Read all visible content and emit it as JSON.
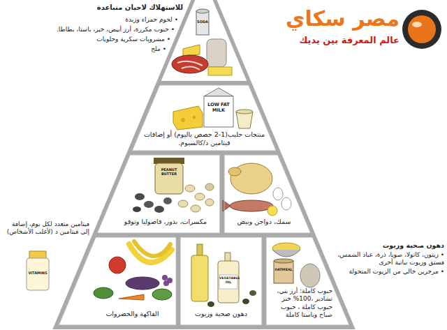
{
  "diagram": {
    "nodes": [
      {
        "text": [
          "منتجات حليب(1-2 حصص باليوم) أو إضافات فيتامين د/كالسيوم."
        ]
      },
      {
        "text": [
          "سمك، دواجن وبيض"
        ]
      },
      {
        "text": [
          "مكسرات، بذور، فاصوليا وتوفو"
        ]
      },
      {
        "text": [
          "حبوب كاملة: أرز بني، نشادير ،100% خبز حبوب كاملة ، حبوب صباح وباستا كاملة"
        ]
      },
      {
        "text": [
          "دهون صحية وزيوت"
        ]
      },
      {
        "text": [
          "الفاكهة والخضروات"
        ]
      }
    ],
    "labels": [
      "للاستهلاك لاحيان متباعدة",
      "• لحوم حمراء وزبدة",
      "• حبوب مكررة، أرز أبيض، خبز، باستا، بطاطا.",
      "• مشروبات سكرية وحلويات",
      "• ملح",
      "فيتامين متعدد لكل يوم، إضافة إلى فيتامين د (لأغلب الأشخاص)",
      "دهون صحية وزيوت",
      "• زيتون، كانولا، صويا، ذرة، عباد الشمس، فستق وزيوت نباتية أخرى",
      "• مرجرين خالي من الزيوت المتحولة",
      "مصر سكاي",
      "عالم المعرفة بين يديك",
      "SODA",
      "LOW FAT MILK",
      "PEANUT BUTTER",
      "VEGETABLE OIL",
      "OATMEAL",
      "VITAMINS"
    ]
  }
}
